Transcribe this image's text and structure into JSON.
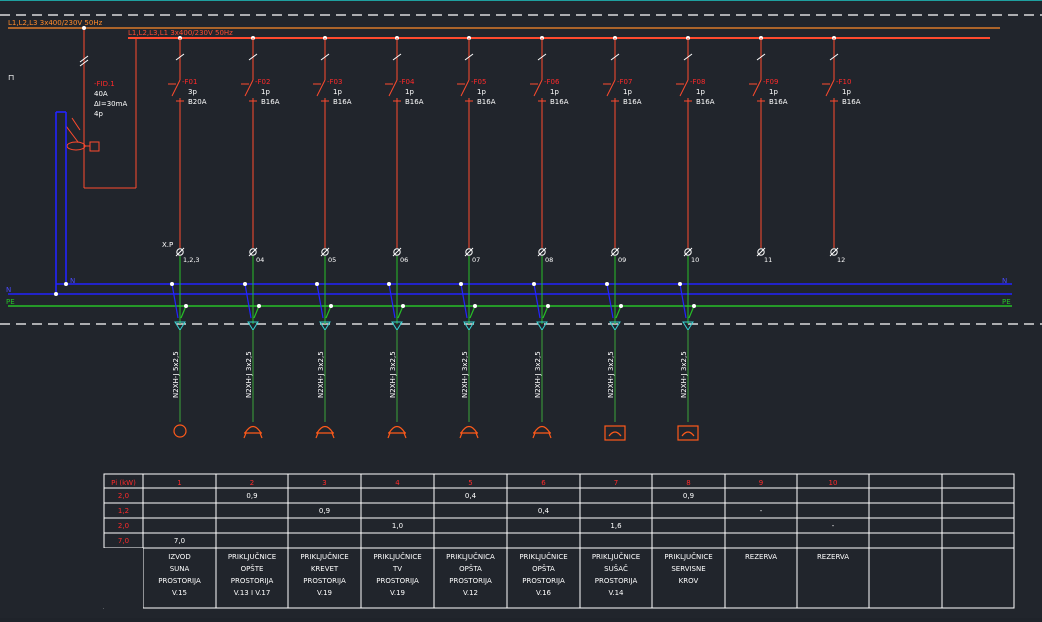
{
  "diagram": {
    "supply_main": "L1,L2,L3 3x400/230V 50Hz",
    "supply_bus": "L1,L2,L3,L1 3x400/230V 50Hz",
    "left_symbol": "⊓",
    "rcd": {
      "tag": "-FID.1",
      "lines": [
        "40A",
        "ΔI=30mA",
        "4p"
      ]
    },
    "terminal_label": "X.P",
    "n_label": "N",
    "pe_label": "PE",
    "pe_label_right": "PE",
    "n_label_right": "N",
    "breakers": [
      {
        "tag": "-F01",
        "poles": "3p",
        "rating": "B20A",
        "terminal": "1,2,3"
      },
      {
        "tag": "-F02",
        "poles": "1p",
        "rating": "B16A",
        "terminal": "04"
      },
      {
        "tag": "-F03",
        "poles": "1p",
        "rating": "B16A",
        "terminal": "05"
      },
      {
        "tag": "-F04",
        "poles": "1p",
        "rating": "B16A",
        "terminal": "06"
      },
      {
        "tag": "-F05",
        "poles": "1p",
        "rating": "B16A",
        "terminal": "07"
      },
      {
        "tag": "-F06",
        "poles": "1p",
        "rating": "B16A",
        "terminal": "08"
      },
      {
        "tag": "-F07",
        "poles": "1p",
        "rating": "B16A",
        "terminal": "09"
      },
      {
        "tag": "-F08",
        "poles": "1p",
        "rating": "B16A",
        "terminal": "10"
      },
      {
        "tag": "-F09",
        "poles": "1p",
        "rating": "B16A",
        "terminal": "11"
      },
      {
        "tag": "-F10",
        "poles": "1p",
        "rating": "B16A",
        "terminal": "12"
      }
    ],
    "cables": [
      "N2XH-J 5x2,5",
      "N2XH-J 3x2,5",
      "N2XH-J 3x2,5",
      "N2XH-J 3x2,5",
      "N2XH-J 3x2,5",
      "N2XH-J 3x2,5",
      "N2XH-J 3x2,5",
      "N2XH-J 3x2,5"
    ]
  },
  "table": {
    "header": [
      "Pi (kW)",
      "1",
      "2",
      "3",
      "4",
      "5",
      "6",
      "7",
      "8",
      "9",
      "10",
      "",
      ""
    ],
    "rows": [
      [
        "2,0",
        "",
        "0,9",
        "",
        "",
        "0,4",
        "",
        "",
        "0,9",
        "",
        "",
        "",
        ""
      ],
      [
        "1,2",
        "",
        "",
        "0,9",
        "",
        "",
        "0,4",
        "",
        "",
        "-",
        "",
        "",
        ""
      ],
      [
        "2,0",
        "",
        "",
        "",
        "1,0",
        "",
        "",
        "1,6",
        "",
        "",
        "-",
        "",
        ""
      ],
      [
        "7,0",
        "7,0",
        "",
        "",
        "",
        "",
        "",
        "",
        "",
        "",
        "",
        "",
        ""
      ]
    ],
    "descriptions": [
      [
        "IZVOD",
        "SUNA",
        "PROSTORIJA",
        "V.15"
      ],
      [
        "PRIKLJUČNICE",
        "OPŠTE",
        "PROSTORIJA",
        "V.13 I V.17"
      ],
      [
        "PRIKLJUČNICE",
        "KREVET",
        "PROSTORIJA",
        "V.19"
      ],
      [
        "PRIKLJUČNICE",
        "TV",
        "PROSTORIJA",
        "V.19"
      ],
      [
        "PRIKLJUČNICA",
        "OPŠTA",
        "PROSTORIJA",
        "V.12"
      ],
      [
        "PRIKLJUČNICE",
        "OPŠTA",
        "PROSTORIJA",
        "V.16"
      ],
      [
        "PRIKLJUČNICE",
        "SUŠAČ",
        "PROSTORIJA",
        "V.14"
      ],
      [
        "PRIKLJUČNICE",
        "SERVISNE",
        "KROV"
      ],
      [
        "REZERVA"
      ],
      [
        "REZERVA"
      ],
      [],
      []
    ]
  },
  "colors": {
    "background": "#21252c",
    "phase": "#ff4a2e",
    "neutral": "#2323ff",
    "pe": "#27c027",
    "cable": "#3aa53a",
    "text": "#ffffff",
    "accent_red": "#ff2a2a",
    "orange": "#ff8a2a",
    "load_orange": "#ff5a1a"
  }
}
